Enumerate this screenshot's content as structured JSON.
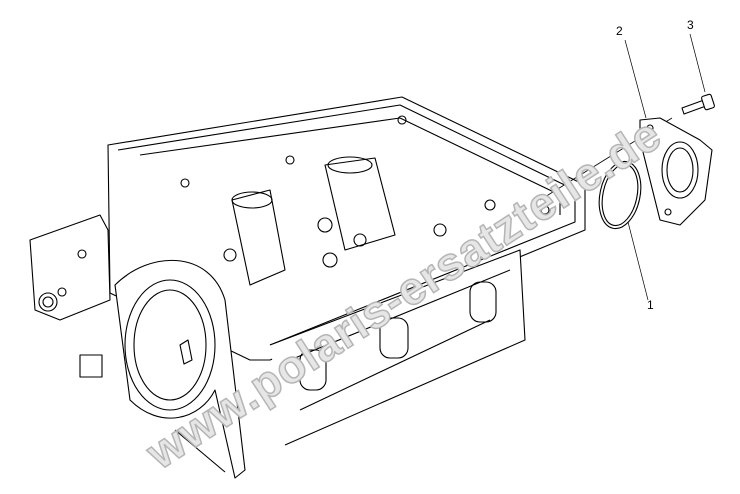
{
  "diagram": {
    "callouts": [
      {
        "number": "1",
        "part": "o-ring"
      },
      {
        "number": "2",
        "part": "housing-cover"
      },
      {
        "number": "3",
        "part": "bolt"
      }
    ],
    "watermark": "www.polaris-ersatzteile.de",
    "line_color": "#000000",
    "watermark_color": "#b5b5b5"
  }
}
